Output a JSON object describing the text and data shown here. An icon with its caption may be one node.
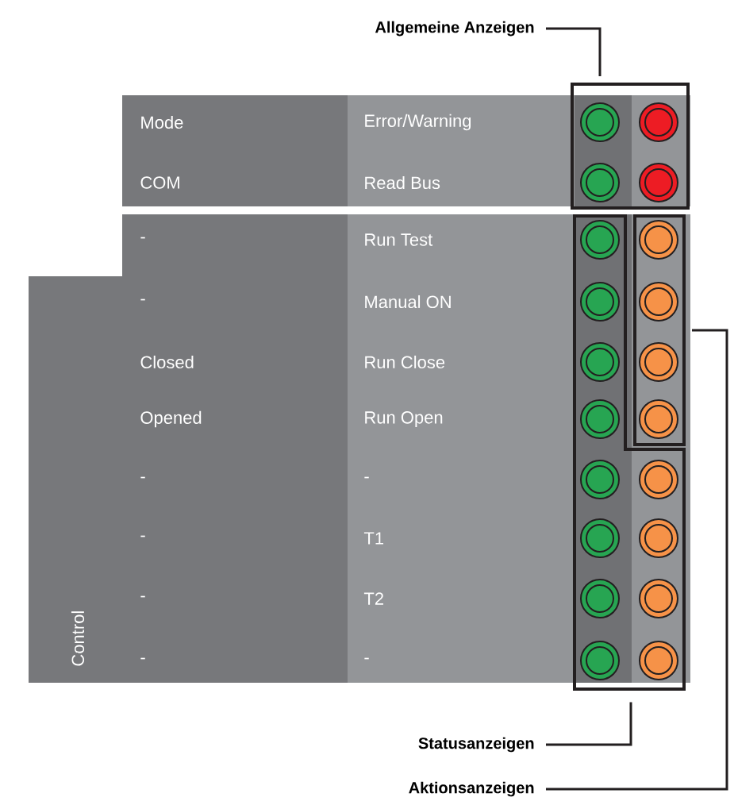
{
  "diagram": {
    "nodes": [
      {
        "text": [
          "Allgemeine Anzeigen"
        ]
      },
      {
        "text": [],
        "shape": "box"
      },
      {
        "text": [
          "Statusanzeigen"
        ]
      },
      {
        "text": [],
        "shape": "box"
      },
      {
        "text": [
          "Aktionsanzeigen"
        ]
      },
      {
        "text": [],
        "shape": "box"
      }
    ],
    "edges": [
      {
        "from": 0,
        "to": 1,
        "arrow": "none"
      },
      {
        "from": 2,
        "to": 3,
        "arrow": "none"
      },
      {
        "from": 4,
        "to": 5,
        "arrow": "none"
      }
    ],
    "labels": [
      "Mode",
      "Error/Warning",
      "COM",
      "Read Bus",
      "-",
      "Run Test",
      "-",
      "Manual ON",
      "Closed",
      "Run Close",
      "Opened",
      "Run Open",
      "-",
      "-",
      "-",
      "T1",
      "-",
      "T2",
      "-",
      "-",
      "Control"
    ]
  }
}
